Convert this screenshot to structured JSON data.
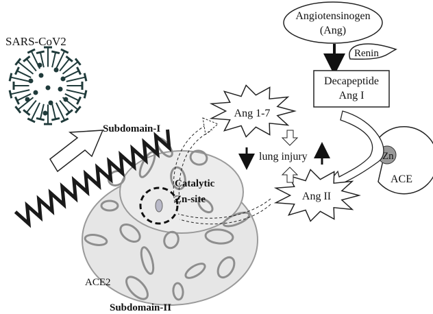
{
  "virus": {
    "label": "SARS-CoV2"
  },
  "protein": {
    "name": "ACE2",
    "subdomain_1": "Subdomain-I",
    "subdomain_2": "Subdomain-II",
    "catalytic_site": [
      "Catalytic",
      "Zn-site"
    ]
  },
  "pathway": {
    "angiotensinogen": [
      "Angiotensinogen",
      "(Ang)"
    ],
    "renin": "Renin",
    "decapeptide": [
      "Decapeptide",
      "Ang I"
    ],
    "ace": "ACE",
    "zn": "Zn",
    "ang17": "Ang 1-7",
    "ang2": "Ang II",
    "lung_injury": "lung injury"
  },
  "colors": {
    "virus": "#1f3a3a",
    "protein_dark": "#1a1a1a",
    "protein_light": "#a8a8a8",
    "zn_fill": "#999999"
  }
}
